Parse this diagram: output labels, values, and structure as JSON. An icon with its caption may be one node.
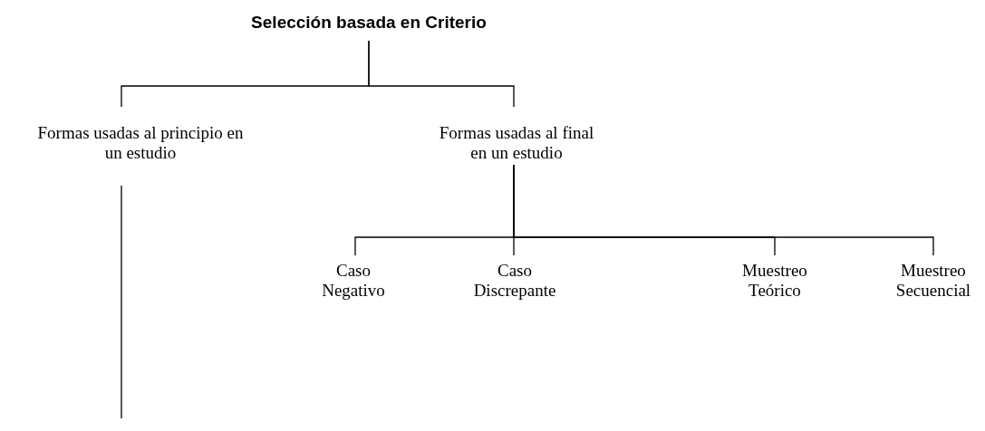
{
  "diagram": {
    "nodes": [
      {
        "text": [
          "Selección basada en Criterio"
        ]
      },
      {
        "text": [
          "Formas usadas al principio en un estudio"
        ]
      },
      {
        "text": [
          "Formas usadas al final en un estudio"
        ]
      },
      {
        "text": [
          "Caso Negativo"
        ]
      },
      {
        "text": [
          "Caso Discrepante"
        ]
      },
      {
        "text": [
          "Muestreo Teórico"
        ]
      },
      {
        "text": [
          "Muestreo Secuencial"
        ]
      }
    ],
    "edges": [
      {
        "from": 0,
        "to": 1,
        "arrow": "none"
      },
      {
        "from": 0,
        "to": 2,
        "arrow": "none"
      },
      {
        "from": 1,
        "to": null,
        "arrow": "none"
      },
      {
        "from": 2,
        "to": 3,
        "arrow": "none"
      },
      {
        "from": 2,
        "to": 4,
        "arrow": "none"
      },
      {
        "from": 2,
        "to": 5,
        "arrow": "none"
      },
      {
        "from": 2,
        "to": 6,
        "arrow": "none"
      }
    ]
  }
}
